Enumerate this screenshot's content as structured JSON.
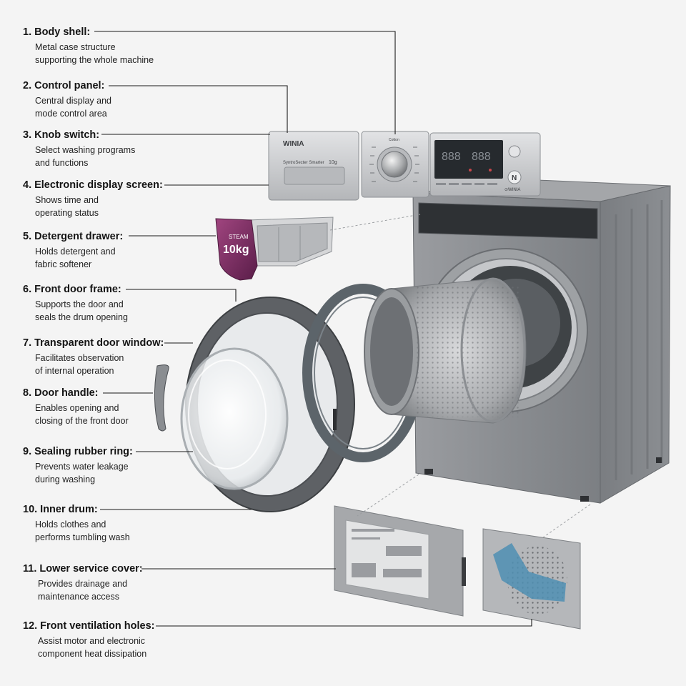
{
  "parts": [
    {
      "num": "1.",
      "title": "Body shell:",
      "desc1": "Metal case structure",
      "desc2": "supporting the whole machine"
    },
    {
      "num": "2.",
      "title": "Control panel:",
      "desc1": "Central display and",
      "desc2": "mode control area"
    },
    {
      "num": "3.",
      "title": "Knob switch:",
      "desc1": "Select washing programs",
      "desc2": "and functions"
    },
    {
      "num": "4.",
      "title": "Electronic display screen:",
      "desc1": "Shows time and",
      "desc2": "operating status"
    },
    {
      "num": "5.",
      "title": "Detergent drawer:",
      "desc1": "Holds detergent and",
      "desc2": "fabric softener"
    },
    {
      "num": "6.",
      "title": "Front door frame:",
      "desc1": "Supports the door and",
      "desc2": "seals the drum opening"
    },
    {
      "num": "7.",
      "title": "Transparent door window:",
      "desc1": "Facilitates observation",
      "desc2": "of internal operation"
    },
    {
      "num": "8.",
      "title": "Door handle:",
      "desc1": "Enables opening and",
      "desc2": "closing of the front door"
    },
    {
      "num": "9.",
      "title": "Sealing rubber ring:",
      "desc1": "Prevents water leakage",
      "desc2": "during washing"
    },
    {
      "num": "10.",
      "title": "Inner drum:",
      "desc1": "Holds clothes and",
      "desc2": "performs tumbling wash"
    },
    {
      "num": "11.",
      "title": "Lower service cover:",
      "desc1": "Provides drainage and",
      "desc2": "maintenance access"
    },
    {
      "num": "12.",
      "title": "Front ventilation holes:",
      "desc1": "Assist motor and electronic",
      "desc2": "component heat dissipation"
    }
  ],
  "branding": {
    "brand": "WINIA",
    "panel_small": "SyntroSecter  Smarter",
    "capacity_small": "10g",
    "drawer_steam": "STEAM",
    "drawer_capacity": "10kg",
    "display_digits": "888",
    "display_logo": "N",
    "display_brand": "⊙WINIA",
    "knob_top": "Cotton"
  },
  "colors": {
    "background": "#f4f4f4",
    "body_metal": "#8d9094",
    "panel_silver": "#c9cbce",
    "gasket": "#5c646a",
    "door_frame": "#5f6266",
    "leader_line": "#1a1a1a",
    "drawer_purple": "#7b2a63"
  }
}
